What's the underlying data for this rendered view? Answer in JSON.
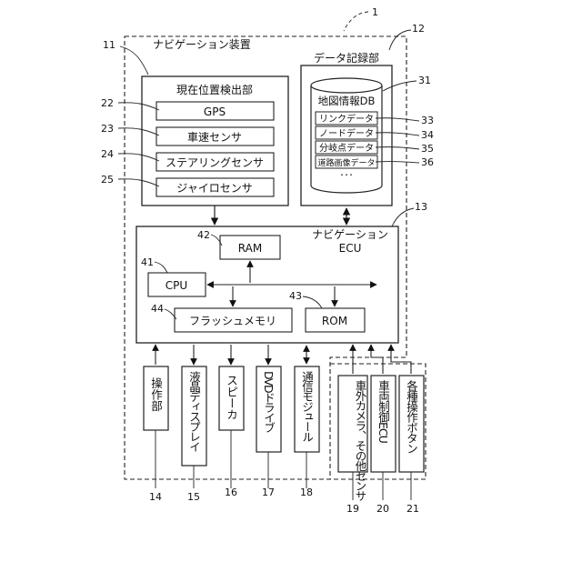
{
  "refs": {
    "r1": "1",
    "r11": "11",
    "r12": "12",
    "r13": "13",
    "r14": "14",
    "r15": "15",
    "r16": "16",
    "r17": "17",
    "r18": "18",
    "r19": "19",
    "r20": "20",
    "r21": "21",
    "r22": "22",
    "r23": "23",
    "r24": "24",
    "r25": "25",
    "r31": "31",
    "r33": "33",
    "r34": "34",
    "r35": "35",
    "r36": "36",
    "r41": "41",
    "r42": "42",
    "r43": "43",
    "r44": "44"
  },
  "nav_device": {
    "title": "ナビゲーション装置"
  },
  "position_unit": {
    "title": "現在位置検出部",
    "items": [
      "GPS",
      "車速センサ",
      "ステアリングセンサ",
      "ジャイロセンサ"
    ]
  },
  "data_storage": {
    "title": "データ記録部",
    "db_title": "地図情報DB",
    "records": [
      "リンクデータ",
      "ノードデータ",
      "分岐点データ",
      "道路画像データ"
    ],
    "ellipsis": "･･･"
  },
  "ecu": {
    "title_line1": "ナビゲーション",
    "title_line2": "ECU",
    "ram": "RAM",
    "cpu": "CPU",
    "rom": "ROM",
    "flash": "フラッシュメモリ"
  },
  "peripherals": {
    "operation": "操作部",
    "lcd": "液晶ディスプレイ",
    "speaker": "スピーカ",
    "dvd": "DVDドライブ",
    "comm": "通信モジュール",
    "camera": "車外カメラ、その他センサ",
    "vehicle_ecu": "車両制御ECU",
    "buttons": "各種操作ボタン"
  }
}
